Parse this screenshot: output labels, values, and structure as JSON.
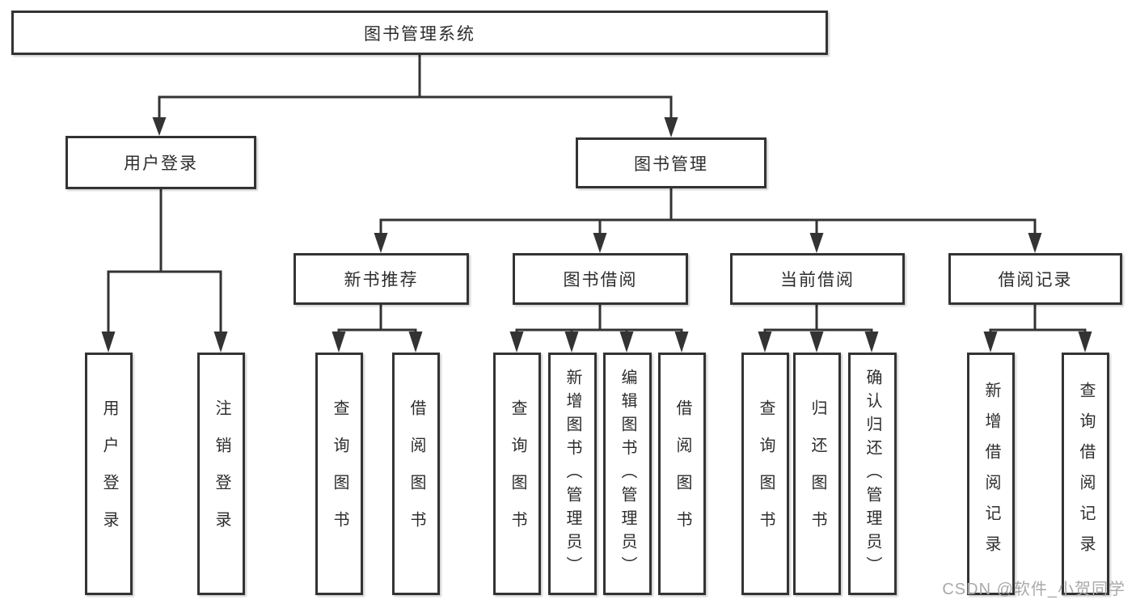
{
  "tree": {
    "root": "图书管理系统",
    "level2": [
      {
        "label": "用户登录",
        "children": [
          "用户登录",
          "注销登录"
        ]
      },
      {
        "label": "图书管理",
        "sections": [
          {
            "label": "新书推荐",
            "children": [
              "查询图书",
              "借阅图书"
            ]
          },
          {
            "label": "图书借阅",
            "children": [
              "查询图书",
              "新增图书（管理员）",
              "编辑图书（管理员）",
              "借阅图书"
            ]
          },
          {
            "label": "当前借阅",
            "children": [
              "查询图书",
              "归还图书",
              "确认归还（管理员）"
            ]
          },
          {
            "label": "借阅记录",
            "children": [
              "新增借阅记录",
              "查询借阅记录"
            ]
          }
        ]
      }
    ]
  },
  "watermark": {
    "text": "CSDN @软件_小贺同学"
  },
  "colors": {
    "line": "#333333",
    "box_border": "#333333",
    "box_background": "#ffffff",
    "text": "#2d2d2d",
    "watermark": "#a9a9a9"
  }
}
